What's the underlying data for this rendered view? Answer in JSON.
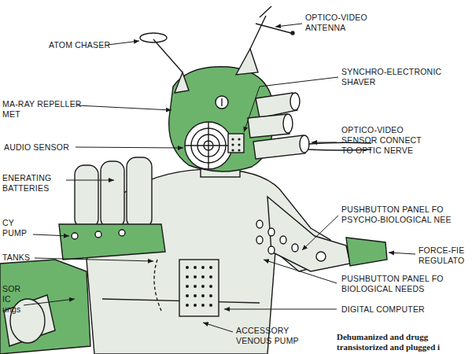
{
  "diagram": {
    "caption": "Dehumanized and drugg transistorized and plugged i",
    "labels": [
      "ATOM CHASER",
      "OPTICO-VIDEO ANTENNA",
      "SYNCHRO-ELECTRONIC SHAVER",
      "MA-RAY REPELLER MET",
      "OPTICO-VIDEO SENSOR CONNECT TO OPTIC NERVE",
      "AUDIO SENSOR",
      "ENERATING BATTERIES",
      "CY PUMP",
      "TANKS",
      "SOR IC ungs",
      "PUSHBUTTON PANEL FO PSYCHO-BIOLOGICAL NEE",
      "FORCE-FIE REGULATO",
      "PUSHBUTTON PANEL FO BIOLOGICAL NEEDS",
      "DIGITAL COMPUTER",
      "ACCESSORY VENOUS PUMP"
    ]
  }
}
